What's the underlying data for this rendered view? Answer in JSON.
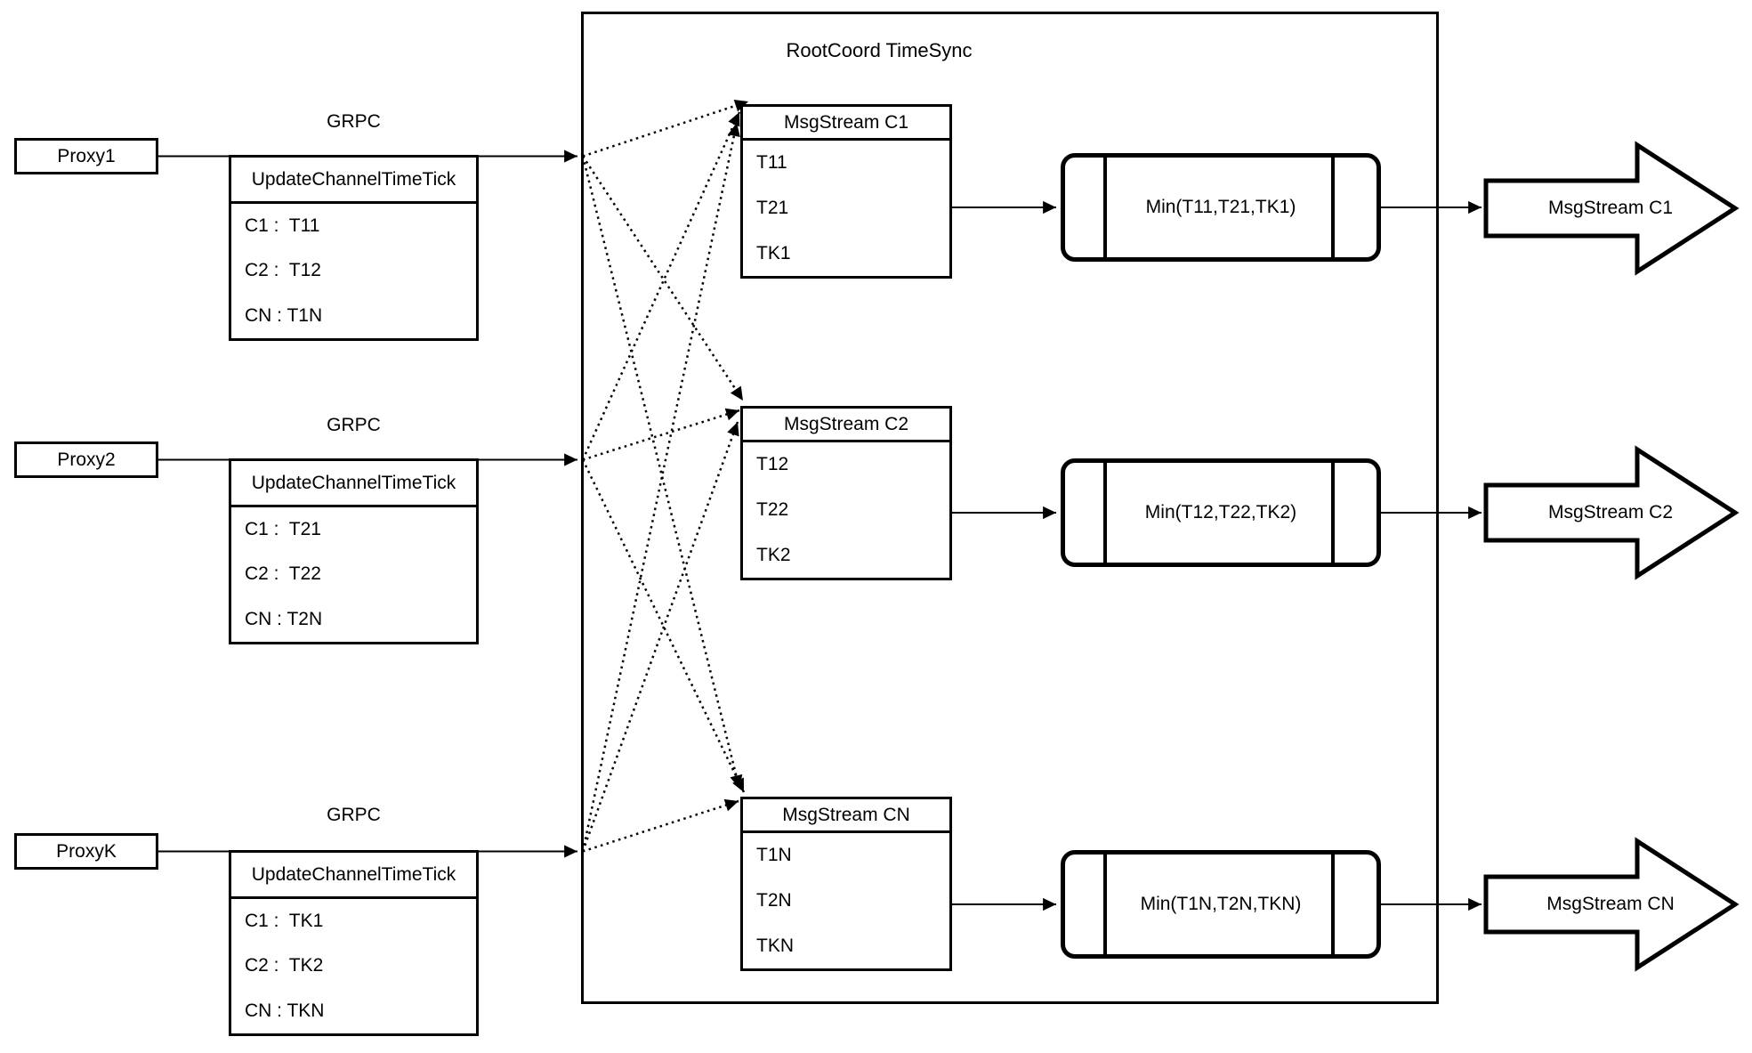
{
  "title": "RootCoord TimeSync",
  "proxies": [
    {
      "name": "Proxy1",
      "protocol": "GRPC",
      "table": {
        "header": "UpdateChannelTimeTick",
        "rows": [
          "C1 :  T11",
          "C2 :  T12",
          "CN : T1N"
        ]
      }
    },
    {
      "name": "Proxy2",
      "protocol": "GRPC",
      "table": {
        "header": "UpdateChannelTimeTick",
        "rows": [
          "C1 :  T21",
          "C2 :  T22",
          "CN : T2N"
        ]
      }
    },
    {
      "name": "ProxyK",
      "protocol": "GRPC",
      "table": {
        "header": "UpdateChannelTimeTick",
        "rows": [
          "C1 :  TK1",
          "C2 :  TK2",
          "CN : TKN"
        ]
      }
    }
  ],
  "streams": [
    {
      "header": "MsgStream C1",
      "rows": [
        "T11",
        "T21",
        "TK1"
      ],
      "min": "Min(T11,T21,TK1)",
      "output": "MsgStream C1"
    },
    {
      "header": "MsgStream C2",
      "rows": [
        "T12",
        "T22",
        "TK2"
      ],
      "min": "Min(T12,T22,TK2)",
      "output": "MsgStream C2"
    },
    {
      "header": "MsgStream CN",
      "rows": [
        "T1N",
        "T2N",
        "TKN"
      ],
      "min": "Min(T1N,T2N,TKN)",
      "output": "MsgStream CN"
    }
  ],
  "colors": {
    "stroke": "#000000",
    "background": "#ffffff"
  }
}
